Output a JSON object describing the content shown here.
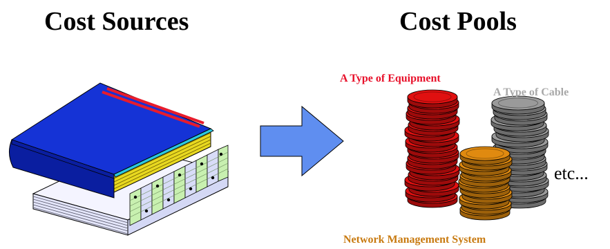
{
  "titles": {
    "left": "Cost Sources",
    "right": "Cost Pools"
  },
  "pools": {
    "equipment": {
      "label": "A Type of Equipment",
      "color": "#e8102a"
    },
    "cable": {
      "label": "A Type of Cable",
      "color": "#a8a8a8"
    },
    "network": {
      "label": "Network Management System",
      "color": "#c87a10"
    },
    "more": "etc..."
  },
  "colors": {
    "book_cover": "#1533d6",
    "book_stripe": "#e81c2c",
    "book_pages": "#e8d820",
    "book_spine_edge": "#2cc8e0",
    "ledger_green": "#c8f0b0",
    "ledger_lavender": "#d8dcf8",
    "arrow": "#5f8ef0",
    "coin_red": "#e01010",
    "coin_gray": "#9a9a9a",
    "coin_orange": "#e08a10"
  },
  "icons": [
    "book-icon",
    "ledger-icon",
    "arrow-right-icon",
    "coin-stack-icon"
  ]
}
